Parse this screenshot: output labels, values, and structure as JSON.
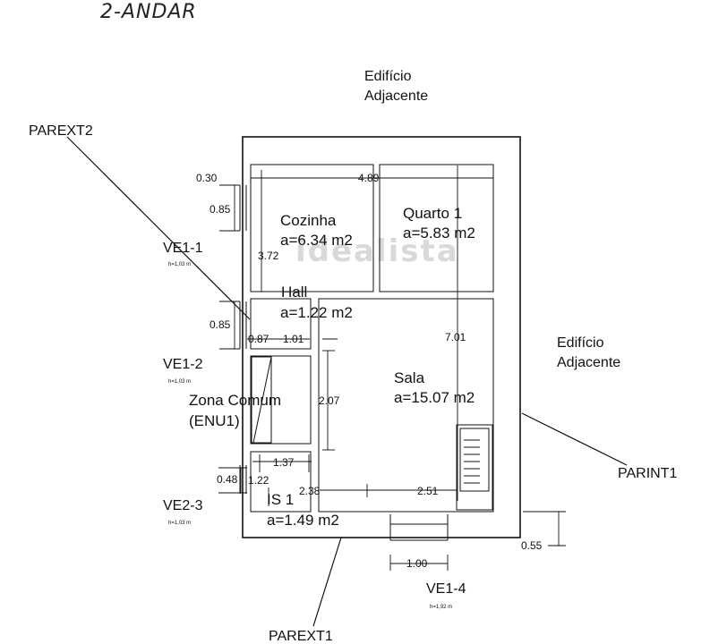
{
  "header": {
    "floor_title": "2-ANDAR"
  },
  "watermark": "idealista",
  "neighbors": {
    "top": [
      "Edifício",
      "Adjacente"
    ],
    "right": [
      "Edifício",
      "Adjacente"
    ]
  },
  "rooms": {
    "cozinha": {
      "name": "Cozinha",
      "area": "a=6.34 m2"
    },
    "quarto": {
      "name": "Quarto 1",
      "area": "a=5.83 m2"
    },
    "hall": {
      "name": "Hall",
      "area": "a=1.22 m2"
    },
    "sala": {
      "name": "Sala",
      "area": "a=15.07 m2"
    },
    "zona": {
      "name": "Zona Comum",
      "code": "(ENU1)"
    },
    "is": {
      "name": "IS 1",
      "area": "a=1.49 m2"
    }
  },
  "walls": {
    "parext2": "PAREXT2",
    "parext1": "PAREXT1",
    "parint1": "PARINT1"
  },
  "windows": {
    "ve1_1": {
      "label": "VE1-1",
      "height": "h=1,03 m"
    },
    "ve1_2": {
      "label": "VE1-2",
      "height": "h=1,03 m"
    },
    "ve2_3": {
      "label": "VE2-3",
      "height": "h=1,03 m"
    },
    "ve1_4": {
      "label": "VE1-4",
      "height": "h=1,92 m"
    }
  },
  "dimensions": {
    "d030": "0.30",
    "d489": "4.89",
    "d085a": "0.85",
    "d372": "3.72",
    "d701": "7.01",
    "d085b": "0.85",
    "d087": "0.87",
    "d101": "1.01",
    "d207": "2.07",
    "d137": "1.37",
    "d048": "0.48",
    "d122": "1.22",
    "d238": "2.38",
    "d251": "2.51",
    "d100": "1.00",
    "d055": "0.55"
  }
}
